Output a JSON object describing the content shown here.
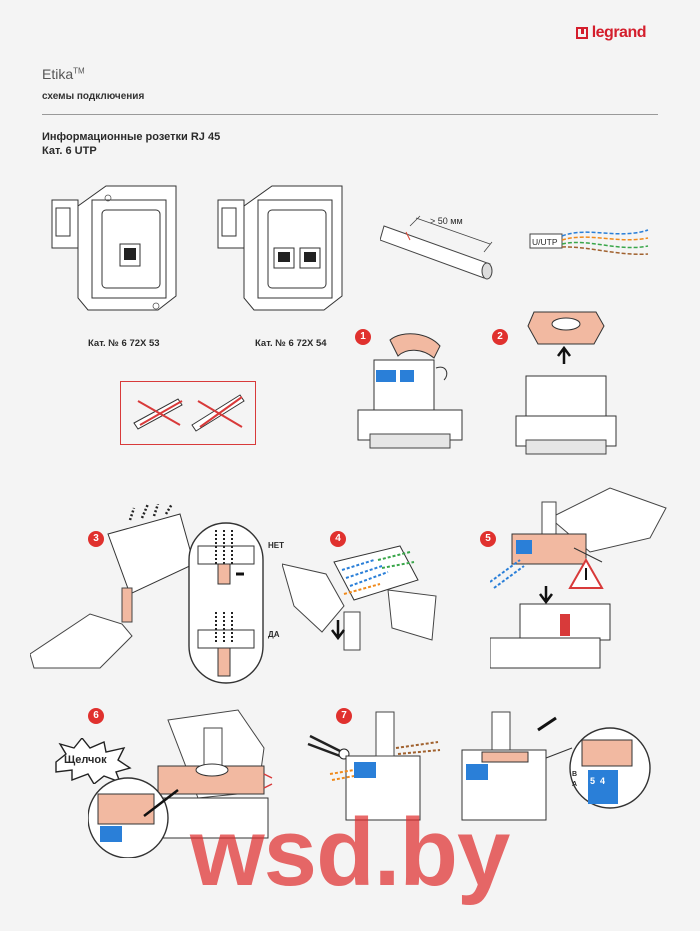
{
  "brand": {
    "logo_text": "legrand",
    "logo_color": "#d41e2c"
  },
  "header": {
    "series": "Etika",
    "trademark": "TM",
    "subtitle": "схемы подключения"
  },
  "section": {
    "title_line1": "Информационные розетки RJ 45",
    "title_line2": "Кат. 6 UTP"
  },
  "products": [
    {
      "label": "Кат. № 6 72X 53"
    },
    {
      "label": "Кат. № 6 72X 54"
    }
  ],
  "cable": {
    "strip_length": "> 50 мм",
    "cable_type": "U/UTP"
  },
  "steps": [
    {
      "number": "1"
    },
    {
      "number": "2"
    },
    {
      "number": "3"
    },
    {
      "number": "4"
    },
    {
      "number": "5"
    },
    {
      "number": "6"
    },
    {
      "number": "7"
    }
  ],
  "step3": {
    "wrong_label": "НЕТ",
    "right_label": "ДА"
  },
  "step6": {
    "click_label": "Щелчок"
  },
  "module_labels": {
    "a": "A",
    "b": "B",
    "five": "5",
    "four": "4"
  },
  "watermark": "wsd.by",
  "colors": {
    "accent_red": "#e0312e",
    "wire_blue": "#2a7fd8",
    "wire_orange": "#f08a1c",
    "wire_green": "#3aa64a",
    "wire_brown": "#a0612e",
    "clip_pink": "#f2b9a1"
  }
}
